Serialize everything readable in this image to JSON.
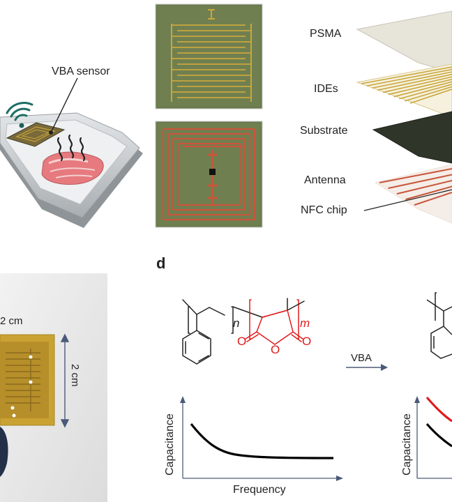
{
  "panel_a": {
    "sensor_label": "VBA sensor"
  },
  "panel_c": {
    "layers": [
      "PSMA",
      "IDEs",
      "Substrate",
      "Antenna",
      "NFC chip"
    ]
  },
  "panel_b2": {
    "width_label": "2 cm",
    "height_label": "2 cm"
  },
  "panel_d": {
    "letter": "d",
    "n_sub": "n",
    "m_sub": "m",
    "o_left": "O",
    "o_mid": "O",
    "o_right": "O",
    "arrow_label": "VBA",
    "plot_left": {
      "xlabel": "Frequency",
      "ylabel": "Capacitance"
    },
    "plot_right": {
      "ylabel": "Capacitance"
    }
  },
  "colors": {
    "ide_gold": "#c9a73b",
    "antenna_copper": "#c8553a",
    "chip_bg": "#6d7a4e",
    "polymer_red": "#e01b1b",
    "arrow_blue": "#4a5a78"
  }
}
